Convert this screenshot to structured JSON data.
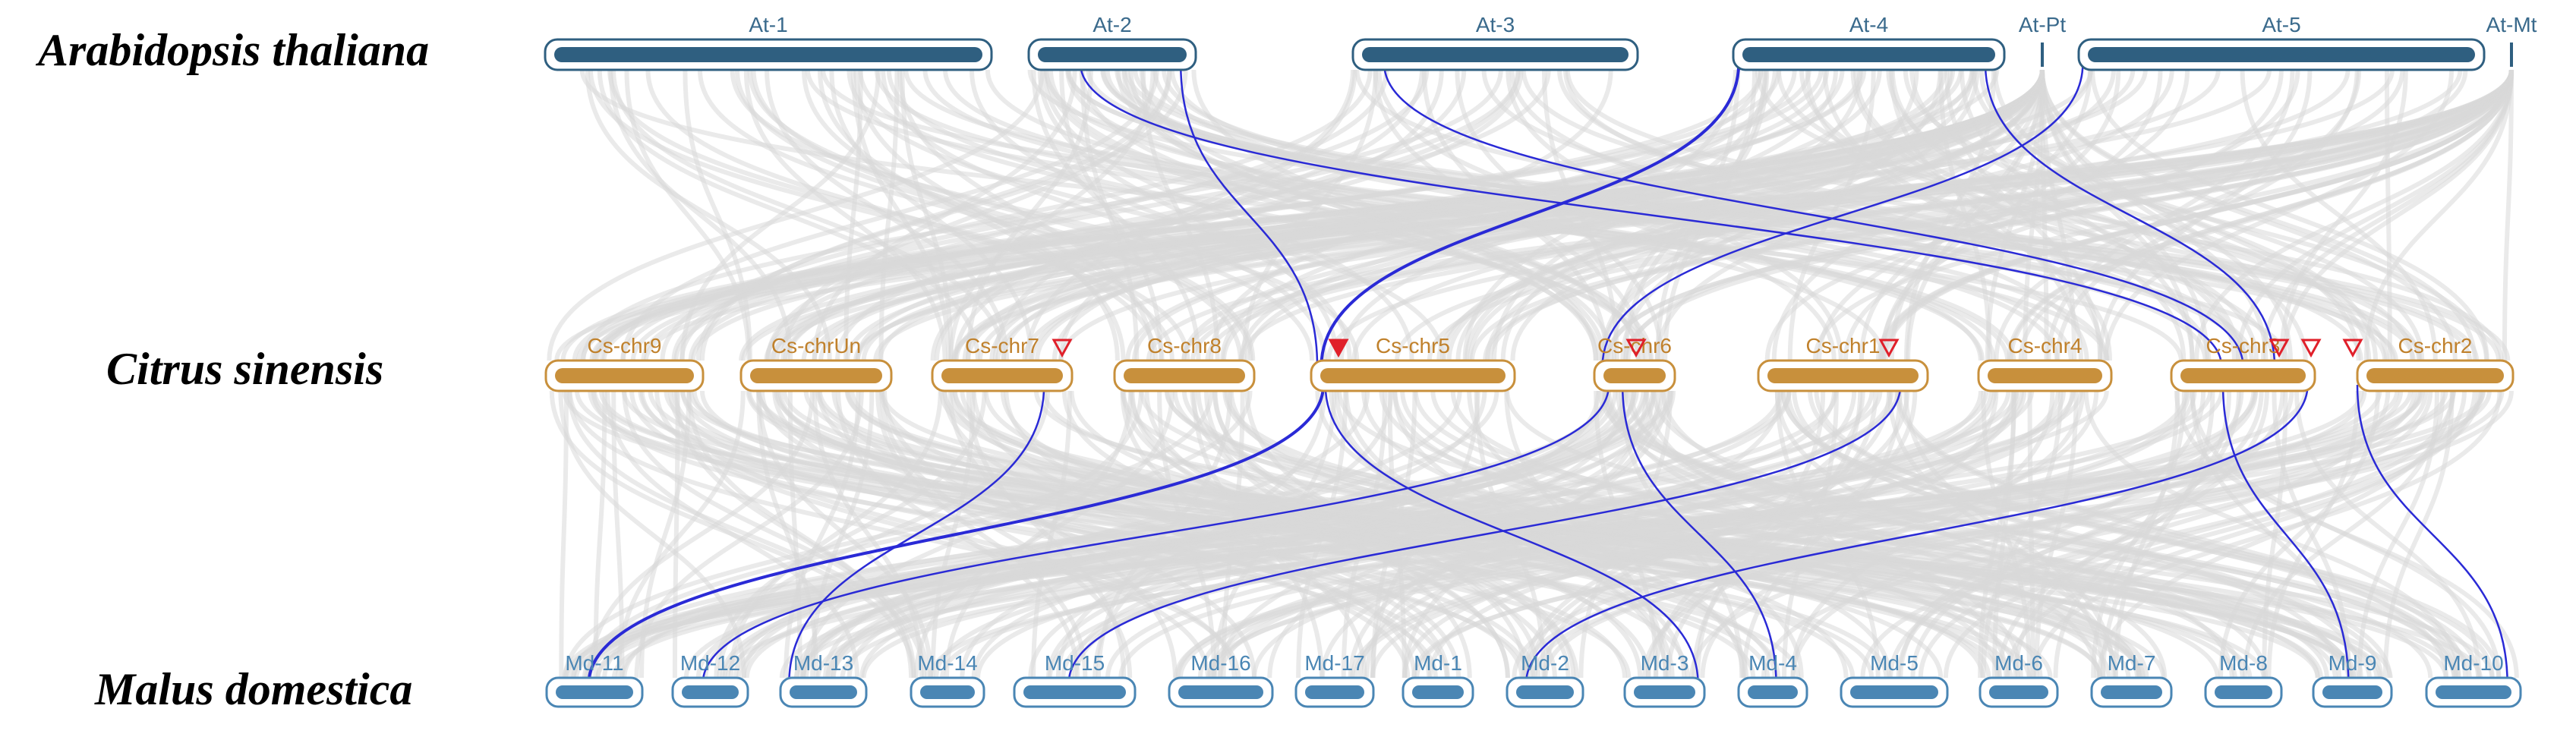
{
  "colors": {
    "background_links": "#d9d9d9",
    "highlight_links": "#2a2ad6",
    "marker": "#e0202a",
    "arabidopsis_fill": "#2f5f80",
    "arabidopsis_label": "#3a6a8c",
    "citrus_fill": "#c8903c",
    "citrus_label": "#c0812c",
    "malus_fill": "#4a86b4",
    "malus_label": "#4a86b4"
  },
  "species": [
    {
      "id": "at",
      "name": "Arabidopsis thaliana",
      "chromosomes": [
        "At-1",
        "At-2",
        "At-3",
        "At-4",
        "At-Pt",
        "At-5",
        "At-Mt"
      ]
    },
    {
      "id": "cs",
      "name": "Citrus sinensis",
      "chromosomes": [
        "Cs-chr9",
        "Cs-chrUn",
        "Cs-chr7",
        "Cs-chr8",
        "Cs-chr5",
        "Cs-chr6",
        "Cs-chr1",
        "Cs-chr4",
        "Cs-chr3",
        "Cs-chr2"
      ]
    },
    {
      "id": "md",
      "name": "Malus domestica",
      "chromosomes": [
        "Md-11",
        "Md-12",
        "Md-13",
        "Md-14",
        "Md-15",
        "Md-16",
        "Md-17",
        "Md-1",
        "Md-2",
        "Md-3",
        "Md-4",
        "Md-5",
        "Md-6",
        "Md-7",
        "Md-8",
        "Md-9",
        "Md-10"
      ]
    }
  ],
  "links": [
    {
      "from": "At-2",
      "to": "Cs-chr5"
    },
    {
      "from": "At-4",
      "to": "Cs-chr5"
    },
    {
      "from": "At-2",
      "to": "Cs-chr3"
    },
    {
      "from": "At-3",
      "to": "Cs-chr3"
    },
    {
      "from": "At-5",
      "to": "Cs-chr6"
    },
    {
      "from": "At-4",
      "to": "Cs-chr3"
    },
    {
      "from": "Cs-chr5",
      "to": "Md-11"
    },
    {
      "from": "Cs-chr6",
      "to": "Md-12"
    },
    {
      "from": "Cs-chr7",
      "to": "Md-13"
    },
    {
      "from": "Cs-chr1",
      "to": "Md-15"
    },
    {
      "from": "Cs-chr5",
      "to": "Md-3"
    },
    {
      "from": "Cs-chr6",
      "to": "Md-4"
    },
    {
      "from": "Cs-chr3",
      "to": "Md-2"
    },
    {
      "from": "Cs-chr3",
      "to": "Md-9"
    },
    {
      "from": "Cs-chr2",
      "to": "Md-10"
    }
  ]
}
